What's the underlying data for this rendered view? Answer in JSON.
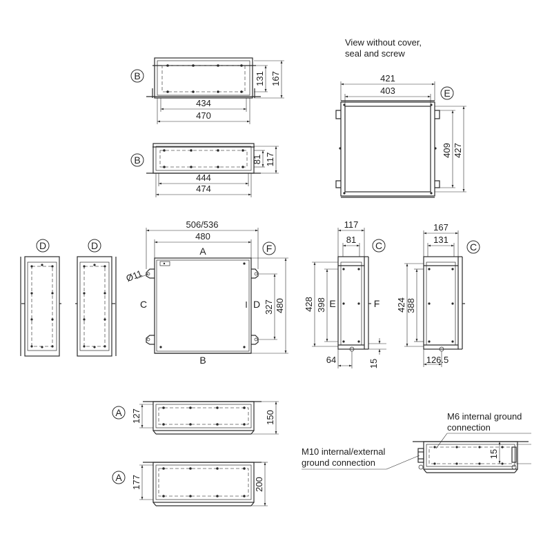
{
  "note": {
    "line1": "View without cover,",
    "line2": "seal and screw"
  },
  "view_labels": {
    "A": "A",
    "B": "B",
    "C": "C",
    "D": "D",
    "E": "E",
    "F": "F"
  },
  "dimensions": {
    "b1_height_inner": "131",
    "b1_height_outer": "167",
    "b1_width_inner": "434",
    "b1_width_outer": "470",
    "b2_height_inner": "81",
    "b2_height_outer": "117",
    "b2_width_inner": "444",
    "b2_width_outer": "474",
    "e_width_outer": "421",
    "e_width_inner": "403",
    "e_height_inner": "409",
    "e_height_outer": "427",
    "front_width_outer": "506/536",
    "front_width_inner": "480",
    "hole_dia": "Ø11",
    "front_height_mount": "327",
    "front_height": "480",
    "side_e_depth_outer": "117",
    "side_e_depth_inner": "81",
    "side_e_height_outer": "428",
    "side_e_height_inner": "398",
    "side_e_foot_offset": "64",
    "side_e_foot_height": "15",
    "side_c_depth_outer": "167",
    "side_c_depth_inner": "131",
    "side_c_height_outer": "424",
    "side_c_height_inner": "388",
    "side_c_foot_offset": "126.5",
    "a1_height_inner": "127",
    "a1_height_outer": "150",
    "a2_height_inner": "177",
    "a2_height_outer": "200",
    "ground_offset": "15"
  },
  "callouts": {
    "m6_line1": "M6 internal ground",
    "m6_line2": "connection",
    "m10_line1": "M10 internal/external",
    "m10_line2": "ground connection"
  }
}
